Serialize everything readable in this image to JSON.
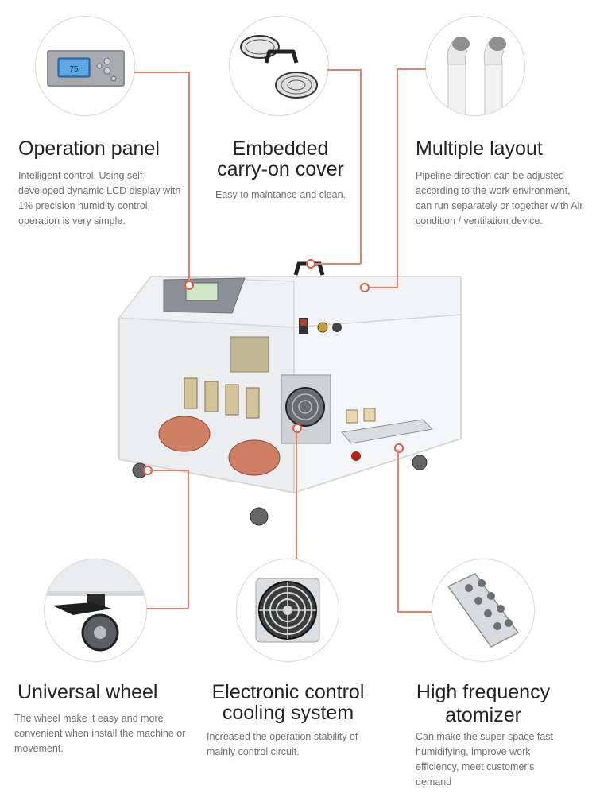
{
  "features": {
    "operation_panel": {
      "title": "Operation panel",
      "desc": "Intelligent control, Using self-developed dynamic LCD display with 1% precision humidity control, operation is very simple.",
      "lcd_value": "75"
    },
    "embedded_cover": {
      "title_line1": "Embedded",
      "title_line2": "carry-on cover",
      "desc": "Easy to maintance and clean."
    },
    "multiple_layout": {
      "title": "Multiple layout",
      "desc": "Pipeline direction can be adjusted according to the work environment, can run separately or together with Air condition / ventilation device."
    },
    "universal_wheel": {
      "title": "Universal wheel",
      "desc": "The wheel make it easy and more convenient when install the machine or movement."
    },
    "cooling_system": {
      "title_line1": "Electronic control",
      "title_line2": "cooling system",
      "desc": "Increased the operation stability of mainly control circuit."
    },
    "atomizer": {
      "title_line1": "High frequency",
      "title_line2": "atomizer",
      "desc": "Can make the super space fast humidifying, improve  work efficiency, meet customer's demand"
    }
  },
  "colors": {
    "callout_line": "#e8806a",
    "callout_dot": "#e25a3f",
    "text_title": "#222222",
    "text_desc": "#6f6f6f"
  }
}
